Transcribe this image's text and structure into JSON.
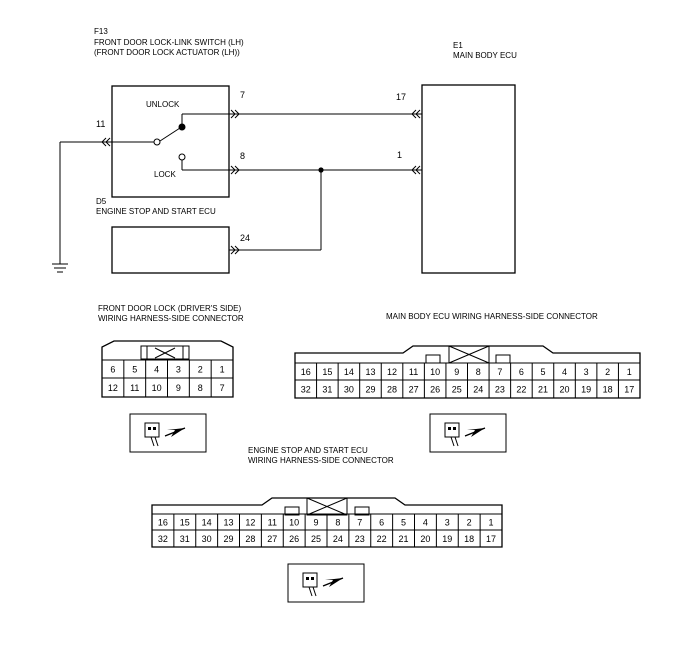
{
  "components": {
    "switch": {
      "code": "F13",
      "name_line1": "FRONT DOOR LOCK-LINK SWITCH (LH)",
      "name_line2": "(FRONT DOOR LOCK ACTUATOR (LH))",
      "unlock_label": "UNLOCK",
      "lock_label": "LOCK",
      "pin_unlock": "7",
      "pin_lock": "8",
      "pin_ground": "11"
    },
    "main_ecu": {
      "code": "E1",
      "name": "MAIN BODY ECU",
      "pin_unlock": "17",
      "pin_lock": "1"
    },
    "engine_ecu": {
      "code": "D5",
      "name": "ENGINE STOP AND START ECU",
      "pin": "24"
    }
  },
  "connectors": {
    "door": {
      "title_line1": "FRONT DOOR LOCK (DRIVER'S SIDE)",
      "title_line2": "WIRING HARNESS-SIDE CONNECTOR",
      "top_row": [
        "6",
        "5",
        "4",
        "3",
        "2",
        "1"
      ],
      "bottom_row": [
        "12",
        "11",
        "10",
        "9",
        "8",
        "7"
      ]
    },
    "main_ecu": {
      "title": "MAIN BODY ECU WIRING HARNESS-SIDE CONNECTOR",
      "top_row": [
        "16",
        "15",
        "14",
        "13",
        "12",
        "11",
        "10",
        "9",
        "8",
        "7",
        "6",
        "5",
        "4",
        "3",
        "2",
        "1"
      ],
      "bottom_row": [
        "32",
        "31",
        "30",
        "29",
        "28",
        "27",
        "26",
        "25",
        "24",
        "23",
        "22",
        "21",
        "20",
        "19",
        "18",
        "17"
      ]
    },
    "engine_ecu": {
      "title_line1": "ENGINE STOP AND START ECU",
      "title_line2": "WIRING HARNESS-SIDE CONNECTOR",
      "top_row": [
        "16",
        "15",
        "14",
        "13",
        "12",
        "11",
        "10",
        "9",
        "8",
        "7",
        "6",
        "5",
        "4",
        "3",
        "2",
        "1"
      ],
      "bottom_row": [
        "32",
        "31",
        "30",
        "29",
        "28",
        "27",
        "26",
        "25",
        "24",
        "23",
        "22",
        "21",
        "20",
        "19",
        "18",
        "17"
      ]
    }
  }
}
